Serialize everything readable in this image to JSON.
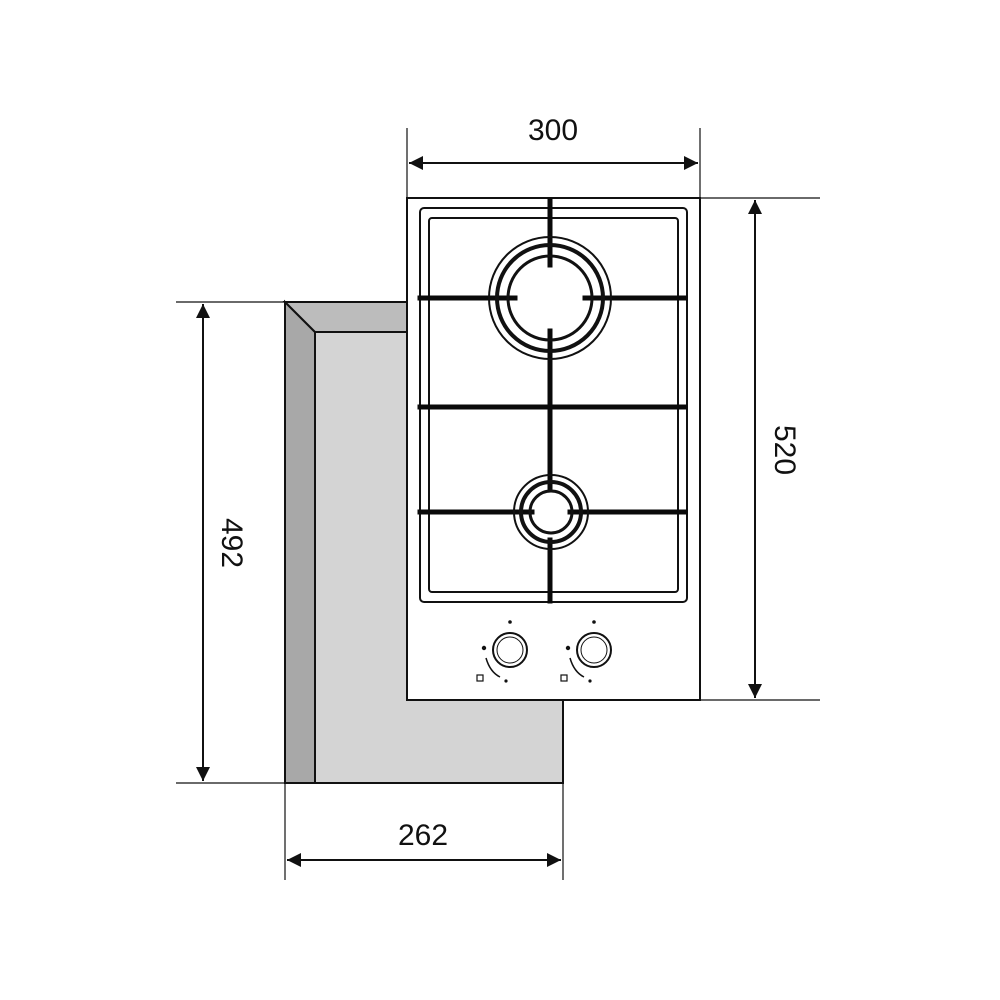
{
  "dimensions": {
    "top_width": "300",
    "right_height": "520",
    "left_height": "492",
    "bottom_width": "262"
  },
  "colors": {
    "line": "#111111",
    "cutout_side": "#a8a8a8",
    "cutout_face": "#d4d4d4",
    "cutout_top": "#bcbcbc",
    "grate": "#0a0a0a",
    "panel": "#ffffff"
  }
}
